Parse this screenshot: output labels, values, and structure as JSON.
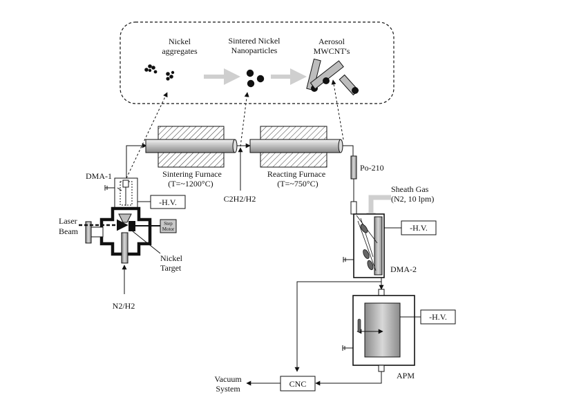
{
  "process": {
    "stage1_line1": "Nickel",
    "stage1_line2": "aggregates",
    "stage2_line1": "Sintered Nickel",
    "stage2_line2": "Nanoparticles",
    "stage3_line1": "Aerosol",
    "stage3_line2": "MWCNT's"
  },
  "furnaces": {
    "sintering_name": "Sintering Furnace",
    "sintering_temp": "(T=~1200°C)",
    "reacting_name": "Reacting Furnace",
    "reacting_temp": "(T=~750°C)"
  },
  "gases": {
    "c2h2_h2": "C2H2/H2",
    "n2_h2": "N2/H2",
    "sheath_line1": "Sheath Gas",
    "sheath_line2": "(N2, 10 lpm)"
  },
  "components": {
    "dma1": "DMA-1",
    "dma2": "DMA-2",
    "po210": "Po-210",
    "hv": "-H.V.",
    "laser_line1": "Laser",
    "laser_line2": "Beam",
    "target_line1": "Nickel",
    "target_line2": "Target",
    "step_line1": "Step",
    "step_line2": "Motor",
    "apm": "APM",
    "cnc": "CNC",
    "vacuum_line1": "Vacuum",
    "vacuum_line2": "System"
  }
}
